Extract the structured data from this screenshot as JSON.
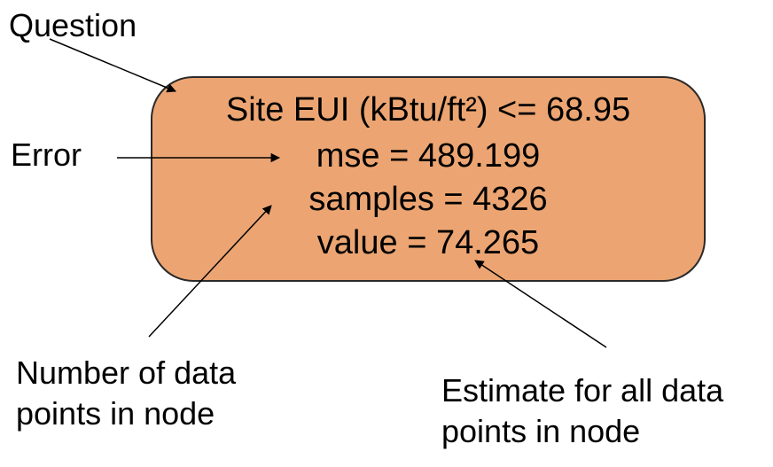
{
  "node": {
    "question": "Site EUI (kBtu/ft²) <= 68.95",
    "mse": "mse = 489.199",
    "samples": "samples = 4326",
    "value": "value = 74.265",
    "fill_color": "#eca572",
    "border_color": "#2a2a2a"
  },
  "callouts": {
    "question": "Question",
    "error": "Error",
    "samples_line1": "Number of data",
    "samples_line2": "points in node",
    "value_line1": "Estimate for all data",
    "value_line2": "points in node"
  }
}
